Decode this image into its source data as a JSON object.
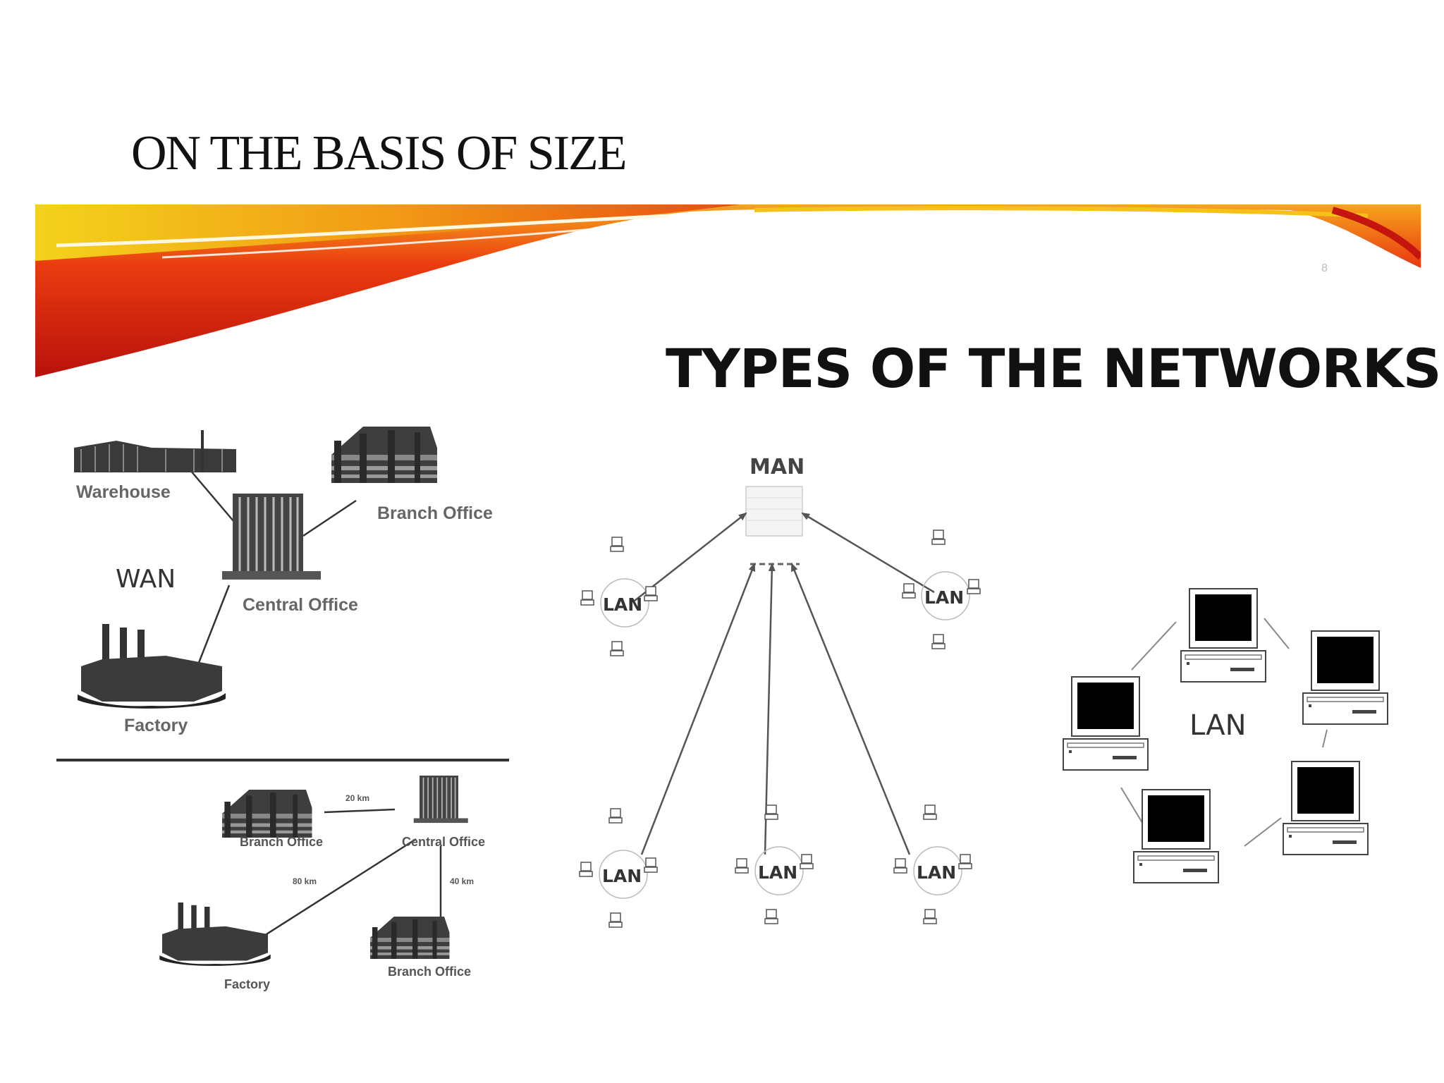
{
  "slide": {
    "title": "ON THE BASIS OF SIZE",
    "subtitle": "TYPES OF THE NETWORKS",
    "slide_number": "8"
  },
  "wan": {
    "label": "WAN",
    "nodes": {
      "warehouse": "Warehouse",
      "branch_office": "Branch Office",
      "central_office": "Central Office",
      "factory": "Factory"
    }
  },
  "wan_distance": {
    "branch_office": "Branch Office",
    "central_office": "Central Office",
    "factory": "Factory",
    "branch_office_2": "Branch Office",
    "dist_branch_central": "20 km",
    "dist_factory_central": "80 km",
    "dist_central_branch2": "40 km"
  },
  "man": {
    "label": "MAN",
    "cluster_label": "LAN"
  },
  "lan": {
    "label": "LAN"
  },
  "colors": {
    "banner_red": "#c4160f",
    "banner_orange": "#ee7a12",
    "banner_yellow": "#f2c318",
    "building": "#4a4a4a"
  }
}
